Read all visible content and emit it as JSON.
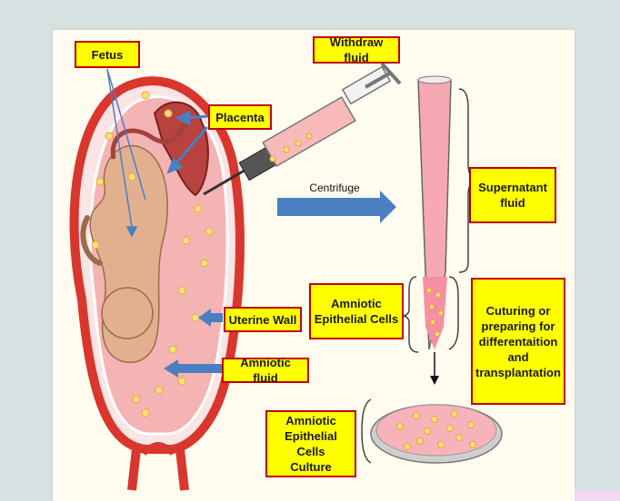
{
  "labels": {
    "fetus": "Fetus",
    "withdraw_fluid": "Withdraw fluid",
    "placenta": "Placenta",
    "centrifuge": "Centrifuge",
    "supernatant_fluid": "Supernatant\nfluid",
    "amniotic_epithelial_cells": "Amniotic\nEpithelial Cells",
    "uterine_wall": "Uterine Wall",
    "amniotic_fluid": "Amniotic fluid",
    "culturing": "Cuturing or\npreparing for\ndifferentaition\nand\ntransplantation",
    "cells_culture": "Amniotic\nEpithelial Cells\nCulture"
  },
  "colors": {
    "label_fill": "#ffff00",
    "label_border": "#c00000",
    "arrow_blue": "#4a7fc1",
    "uterus_red": "#d9362e",
    "fluid_pink": "#f5b4b4",
    "fetus_tan": "#e2b08f",
    "tube_pink": "#f28e9a"
  }
}
